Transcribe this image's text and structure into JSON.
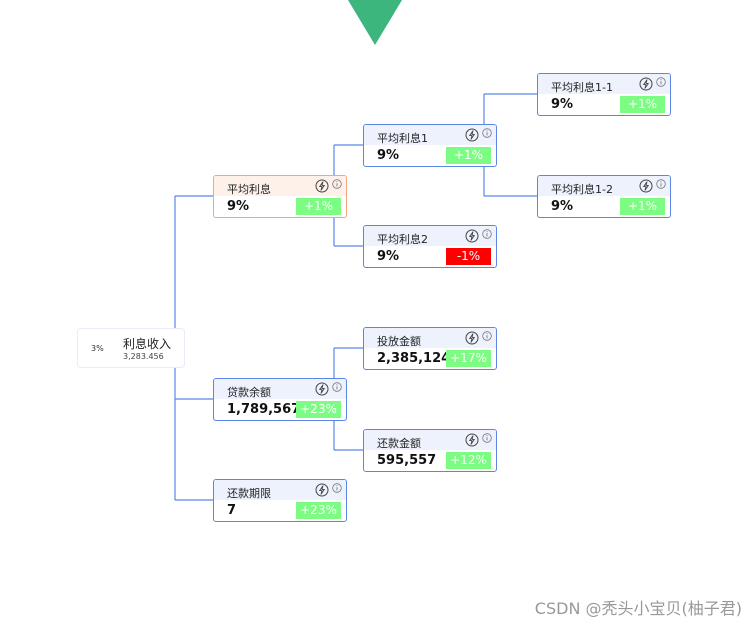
{
  "colors": {
    "accent": "#3cb67c",
    "node_border": "#5b86e5",
    "node_head": "#edf2fd",
    "highlight_border": "#f5a67d",
    "highlight_head": "#fdf1ea",
    "badge_positive": "#7dfc84",
    "badge_negative": "#ff0000",
    "connector": "#5b86e5"
  },
  "root": {
    "percent": "3%",
    "title": "利息收入",
    "value": "3,283.456"
  },
  "nodes": [
    {
      "id": "avg-interest",
      "title": "平均利息",
      "value": "9%",
      "change": "+1%",
      "trend": "up",
      "highlight": true
    },
    {
      "id": "avg-interest-1",
      "title": "平均利息1",
      "value": "9%",
      "change": "+1%",
      "trend": "up",
      "highlight": false
    },
    {
      "id": "avg-interest-1-1",
      "title": "平均利息1-1",
      "value": "9%",
      "change": "+1%",
      "trend": "up",
      "highlight": false
    },
    {
      "id": "avg-interest-1-2",
      "title": "平均利息1-2",
      "value": "9%",
      "change": "+1%",
      "trend": "up",
      "highlight": false
    },
    {
      "id": "avg-interest-2",
      "title": "平均利息2",
      "value": "9%",
      "change": "-1%",
      "trend": "down",
      "highlight": false
    },
    {
      "id": "loan-balance",
      "title": "贷款余额",
      "value": "1,789,567",
      "change": "+23%",
      "trend": "up",
      "highlight": false
    },
    {
      "id": "disbursed-amount",
      "title": "投放金额",
      "value": "2,385,124",
      "change": "+17%",
      "trend": "up",
      "highlight": false
    },
    {
      "id": "repaid-amount",
      "title": "还款金额",
      "value": "595,557",
      "change": "+12%",
      "trend": "up",
      "highlight": false
    },
    {
      "id": "repayment-term",
      "title": "还款期限",
      "value": "7",
      "change": "+23%",
      "trend": "up",
      "highlight": false
    }
  ],
  "watermark": "CSDN @秃头小宝贝(柚子君)"
}
